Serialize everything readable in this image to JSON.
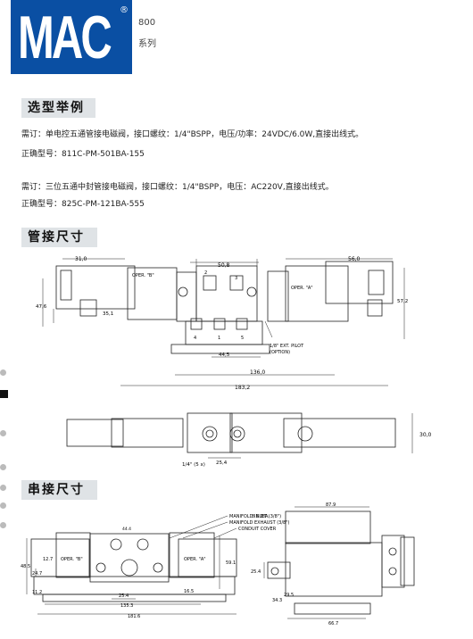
{
  "logo": {
    "brand": "MAC",
    "reg": "®"
  },
  "series": {
    "number": "800",
    "label": "系列"
  },
  "sections": {
    "example": "选型举例",
    "pipe": "管接尺寸",
    "manifold": "串接尺寸"
  },
  "examples": [
    {
      "desc": "需订：单电控五通管接电磁阀，接口螺纹：1/4\"BSPP，电压/功率：24VDC/6.0W,直接出线式。",
      "model": "正确型号：811C-PM-501BA-155"
    },
    {
      "desc": "需订：三位五通中封管接电磁阀，接口螺纹：1/4\"BSPP，电压：AC220V,直接出线式。",
      "model": "正确型号：825C-PM-121BA-555"
    }
  ],
  "drawing1": {
    "dim_31": "31,0",
    "dim_508": "50,8",
    "dim_560": "56,0",
    "dim_476": "47,6",
    "dim_351": "35,1",
    "dim_572": "57,2",
    "dim_445": "44,5",
    "dim_1360": "136,0",
    "dim_1832": "183,2",
    "oper_b": "OPER. \"B\"",
    "oper_a": "OPER. \"A\"",
    "port_2": "2",
    "port_3": "3",
    "port_4": "4",
    "port_1": "1",
    "port_5": "5",
    "pilot": "1/8\" EXT. PILOT",
    "pilot_opt": "(OPTION)"
  },
  "drawing2": {
    "dim_300": "30,0",
    "dim_254": "25,4",
    "thread": "1/4\" (5 x)"
  },
  "drawing3": {
    "inlet": "MANIFOLD INLET (3/8\")",
    "exhaust": "MANIFOLD EXHAUST (3/8\")",
    "conduit": "CONDUIT COVER",
    "dia": "8.6 DIA.",
    "oper_b": "OPER. \"B\"",
    "oper_a": "OPER. \"A\"",
    "d_485": "48.5",
    "d_127": "12.7",
    "d_247": "24.7",
    "d_112": "11.2",
    "d_254a": "25.4",
    "d_165": "16.5",
    "d_1353": "135.3",
    "d_1816": "181.6",
    "d_591": "59.1",
    "d_444": "44.4",
    "d_879": "87.9",
    "d_254b": "25.4",
    "d_295": "29.5",
    "d_343": "34.3",
    "d_667": "66.7"
  }
}
